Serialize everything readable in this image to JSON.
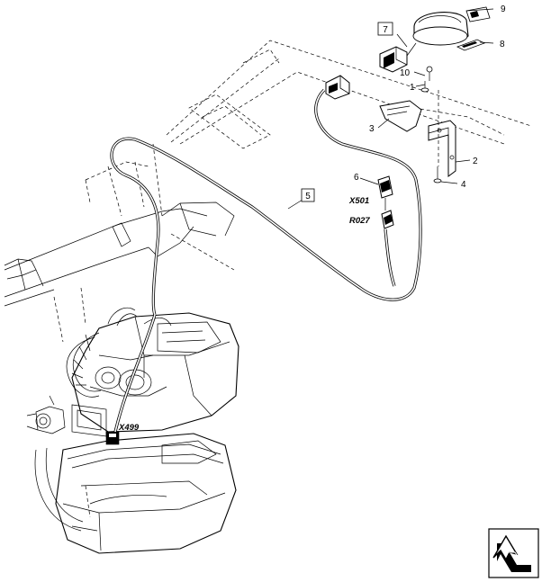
{
  "callouts": {
    "c1": "1",
    "c2": "2",
    "c3": "3",
    "c4": "4",
    "c5": "5",
    "c6": "6",
    "c7": "7",
    "c8": "8",
    "c9": "9",
    "c10": "10"
  },
  "connectors": {
    "x501": "X501",
    "r027": "R027",
    "x499": "X499"
  },
  "icons": {
    "nav": "arrow-down-left-icon"
  }
}
